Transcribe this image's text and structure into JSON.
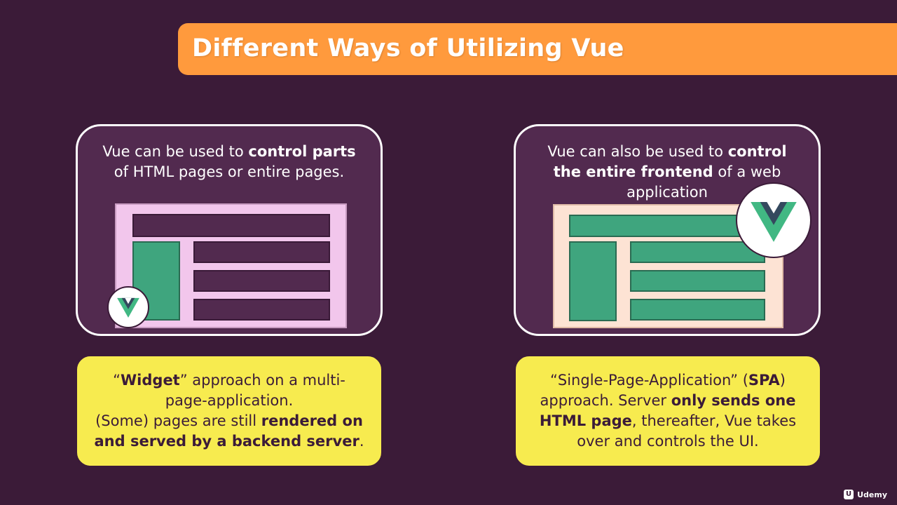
{
  "title": "Different Ways of Utilizing Vue",
  "left_card": {
    "line1_pre": "Vue can be used to ",
    "line1_bold": "control parts",
    "line2": "of HTML pages or entire pages."
  },
  "right_card": {
    "line1_pre": "Vue can also be used to ",
    "line1_bold": "control",
    "line2_bold": "the entire frontend",
    "line2_post": " of a web",
    "line3": "application"
  },
  "left_note": {
    "q_open": "“",
    "bold1": "Widget",
    "q_close": "”",
    "text1": " approach on a multi-",
    "line2": "page-application.",
    "line3_pre": "(Some) pages are still ",
    "line3_bold": "rendered on",
    "line4_bold": "and served by a backend server",
    "line4_post": "."
  },
  "right_note": {
    "line1_pre": "“Single-Page-Application” (",
    "line1_bold": "SPA",
    "line1_post": ")",
    "line2_pre": "approach. Server ",
    "line2_bold": "only sends one",
    "line3_bold": "HTML page",
    "line3_post": ", thereafter, Vue takes",
    "line4": "over and controls the UI."
  },
  "brand": {
    "mark": "U",
    "name": "Udemy"
  },
  "colors": {
    "background": "#3b1b38",
    "title_bar": "#ff9a3d",
    "card": "#522a4f",
    "note": "#f7eb4f",
    "vue_green": "#41b883",
    "vue_dark": "#34495e",
    "left_page": "#f2c6ec",
    "right_page": "#fde3d4"
  }
}
